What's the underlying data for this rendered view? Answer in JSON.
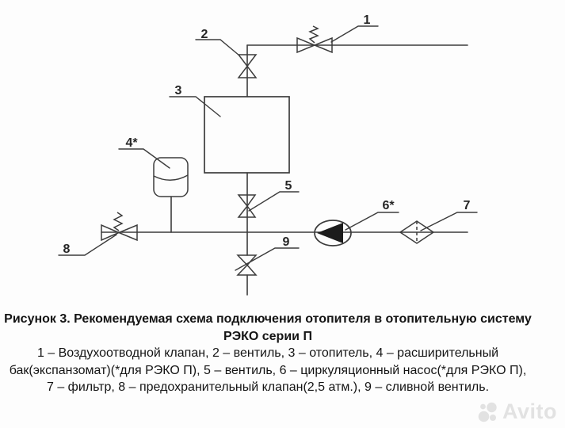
{
  "figure": {
    "callouts": {
      "c1": "1",
      "c2": "2",
      "c3": "3",
      "c4": "4*",
      "c5": "5",
      "c6": "6*",
      "c7": "7",
      "c8": "8",
      "c9": "9"
    }
  },
  "caption": {
    "title_line1": "Рисунок 3. Рекомендуемая схема подключения отопителя в отопительную систему",
    "title_line2": "РЭКО серии П",
    "legend_lines": [
      "1 – Воздухоотводной клапан, 2 – вентиль, 3 – отопитель, 4 – расширительный",
      "бак(экспанзомат)(*для РЭКО П), 5 – вентиль, 6 – циркуляционный насос(*для РЭКО П),",
      "7 – фильтр, 8 – предохранительный клапан(2,5 атм.), 9 – сливной вентиль."
    ]
  },
  "watermark": {
    "text": "Avito"
  },
  "colors": {
    "diagram_line": "#3c3c3c",
    "caption_text": "#141414",
    "pump_fill": "#1c1c1c",
    "watermark_gray": "#e2e2e2",
    "background": "#fdfdfd"
  }
}
